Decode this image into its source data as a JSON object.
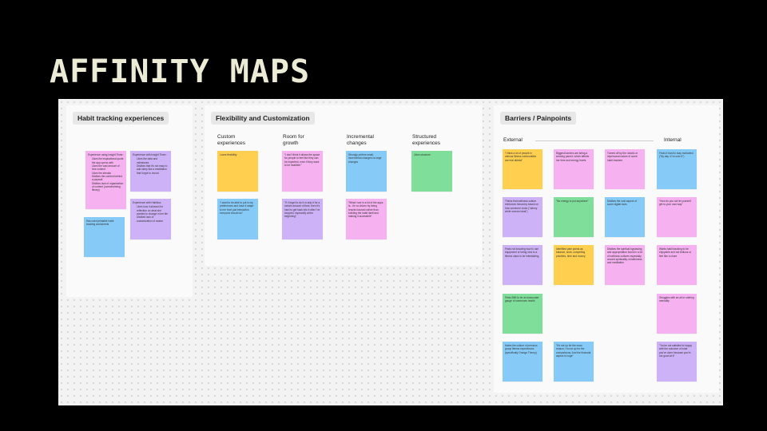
{
  "slide": {
    "title": "AFFINITY MAPS"
  },
  "colors": {
    "pink": "#f5b1f0",
    "purple": "#ceb2f7",
    "blue": "#86cbf8",
    "yellow": "#ffcf4f",
    "green": "#7fdf9a"
  },
  "sections": {
    "habit": {
      "label": "Habit tracking experiences",
      "notes": {
        "insight_times": {
          "title": "Experience using Insight Timer:",
          "items": [
            "Likes the inspirational quote the app opens with",
            "Likes the vast amount of free content",
            "Likes the streaks",
            "Dislikes the content behind a paywall",
            "Dislikes lack of organization of content (overwhelming library)"
          ]
        },
        "insight_timer": {
          "title": "Experience with Insight Timer:",
          "items": [
            "Likes the data and milestones",
            "Dislikes that it's not easy to add sleep like a meditation that forgot to record"
          ]
        },
        "habitica": {
          "title": "Experience with Habitica:",
          "items": [
            "Likes how it allowed for reflection on what she wanted to change in her life",
            "Disliked lack of customization of avatar"
          ]
        },
        "printable": "Has used printable habit tracking worksheets"
      }
    },
    "flex": {
      "label": "Flexibility and Customization",
      "columns": [
        "Custom experiences",
        "Room for growth",
        "Incremental changes",
        "Structured experiences"
      ],
      "notes": {
        "custom_1": "Loves flexibility",
        "custom_2": "\"I want to be able to put in my preferences and have it adapt to me from just interaction everyone should do\"",
        "growth_1": "\"I don't think it allows the space for people to feel like they can be imperfect, even if they want to be healthier\"",
        "growth_2": "\"If I forget to do it or skip it for a certain amount of time, then it's hard to get back into it after I've stopped, especially at the beginning\"",
        "incr_1": "Strongly prefers small, incremental changes vs large changes",
        "incr_2": "\"What I see in a lot of the apps is...I'm so driven by being results focused rather than building the habit itself and making it accessible\"",
        "struct_1": "Likes structure"
      }
    },
    "barriers": {
      "label": "Barriers / Painpoints",
      "subheadings": {
        "external": "External",
        "internal": "Internal"
      },
      "notes": {
        "e1": "\"I think a lot of people in various fitness communities are real ableist\"",
        "e2": "Biggest barriers are being a working parent, which affects her time and energy levels",
        "e3": "Turned off by the robotic or impersonal nature of some habit trackers",
        "e4": "Thinks that wellness culture reinforces hierarchy based on how someone looks (\"skinny white woman ideal\")",
        "e5": "\"No energy to put anywhere\"",
        "e6": "Dislikes the cost aspect of some digital tools",
        "e7": "Finds not knowing how to use equipment or being new to a fitness class to be intimidating",
        "e8": "Identified pain points as balance, work, competing priorities, time and money",
        "e9": "Dislikes the spiritual bypassing and appropriation found in a lot of wellness cultures especially around spirituality, mindfulness and meditation",
        "e10": "Finds BMI to be an inaccurate gauge of someones health",
        "e11": "Hates the culture of previous group fitness experiences (specifically Orange Theory)",
        "e12": "\"It's not up for the most reason, I'm not up for the comparisons, And the financial aspect is huge\"",
        "i1": "Finds it hard to stay motivated (\"By day 4 I'm over it\")",
        "i2": "\"How do you not let yourself get to your own way\"",
        "i3": "Wants habit tracking to be enjoyable and not tedious or feel like a chore",
        "i4": "Struggles with an all or nothing mentality",
        "i5": "\"You're not satisfied to happy with the outcome of what you've done because you're not good at it\""
      }
    }
  }
}
